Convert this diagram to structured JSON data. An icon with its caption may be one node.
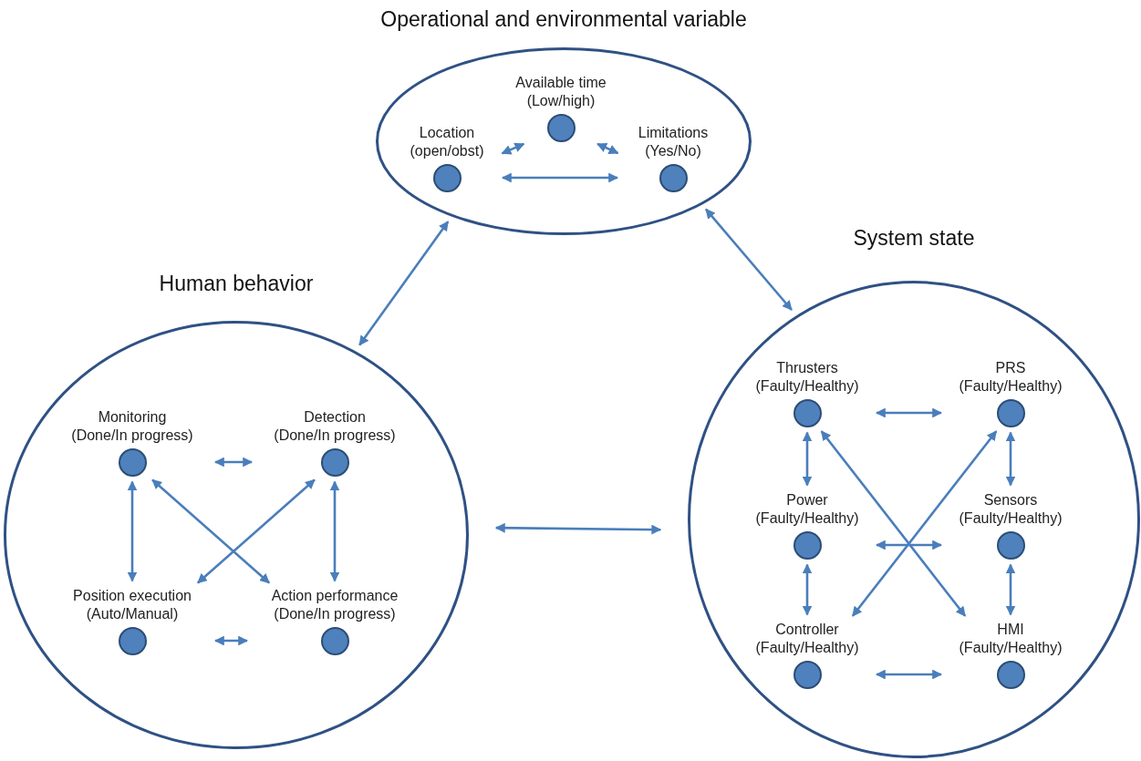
{
  "diagram": {
    "nodes": [
      {
        "text": [
          "Operational and environmental variable"
        ]
      },
      {
        "text": [
          "Available time",
          "(Low/high)"
        ],
        "in": 0
      },
      {
        "text": [
          "Location",
          "(open/obst)"
        ],
        "in": 0
      },
      {
        "text": [
          "Limitations",
          "(Yes/No)"
        ],
        "in": 0
      },
      {
        "text": [
          "Human behavior"
        ]
      },
      {
        "text": [
          "Monitoring",
          "(Done/In progress)"
        ],
        "in": 4
      },
      {
        "text": [
          "Detection",
          "(Done/In progress)"
        ],
        "in": 4
      },
      {
        "text": [
          "Position execution",
          "(Auto/Manual)"
        ],
        "in": 4
      },
      {
        "text": [
          "Action performance",
          "(Done/In progress)"
        ],
        "in": 4
      },
      {
        "text": [
          "System state"
        ]
      },
      {
        "text": [
          "Thrusters",
          "(Faulty/Healthy)"
        ],
        "in": 9
      },
      {
        "text": [
          "PRS",
          "(Faulty/Healthy)"
        ],
        "in": 9
      },
      {
        "text": [
          "Power",
          "(Faulty/Healthy)"
        ],
        "in": 9
      },
      {
        "text": [
          "Sensors",
          "(Faulty/Healthy)"
        ],
        "in": 9
      },
      {
        "text": [
          "Controller",
          "(Faulty/Healthy)"
        ],
        "in": 9
      },
      {
        "text": [
          "HMI",
          "(Faulty/Healthy)"
        ],
        "in": 9
      }
    ],
    "edges": [
      {
        "from": 2,
        "to": 1,
        "arrow": "both"
      },
      {
        "from": 1,
        "to": 3,
        "arrow": "both"
      },
      {
        "from": 2,
        "to": 3,
        "arrow": "both"
      },
      {
        "from": 0,
        "to": 4,
        "arrow": "both"
      },
      {
        "from": 0,
        "to": 9,
        "arrow": "both"
      },
      {
        "from": 5,
        "to": 6,
        "arrow": "both"
      },
      {
        "from": 5,
        "to": 7,
        "arrow": "both"
      },
      {
        "from": 6,
        "to": 8,
        "arrow": "both"
      },
      {
        "from": 7,
        "to": 8,
        "arrow": "both"
      },
      {
        "from": 5,
        "to": 8,
        "arrow": "both"
      },
      {
        "from": 6,
        "to": 7,
        "arrow": "both"
      },
      {
        "from": 4,
        "to": 9,
        "arrow": "both"
      },
      {
        "from": 10,
        "to": 11,
        "arrow": "both"
      },
      {
        "from": 10,
        "to": 12,
        "arrow": "both"
      },
      {
        "from": 11,
        "to": 13,
        "arrow": "both"
      },
      {
        "from": 12,
        "to": 13,
        "arrow": "both"
      },
      {
        "from": 10,
        "to": 15,
        "arrow": "both"
      },
      {
        "from": 11,
        "to": 14,
        "arrow": "both"
      },
      {
        "from": 12,
        "to": 14,
        "arrow": "both"
      },
      {
        "from": 13,
        "to": 15,
        "arrow": "both"
      },
      {
        "from": 14,
        "to": 15,
        "arrow": "both"
      }
    ]
  }
}
